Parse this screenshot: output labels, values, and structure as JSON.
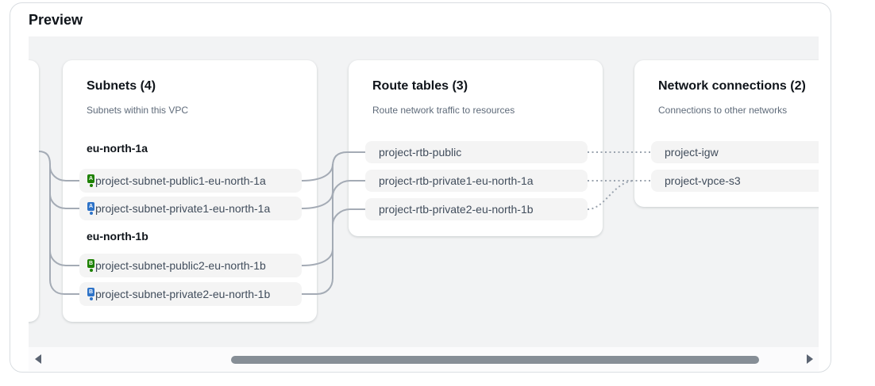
{
  "preview": {
    "title": "Preview",
    "columns": {
      "subnets": {
        "title": "Subnets (4)",
        "subtitle": "Subnets within this VPC",
        "groups": [
          {
            "label": "eu-north-1a",
            "items": [
              {
                "label": "project-subnet-public1-eu-north-1a",
                "badge": "A",
                "kind": "public"
              },
              {
                "label": "project-subnet-private1-eu-north-1a",
                "badge": "A",
                "kind": "private"
              }
            ]
          },
          {
            "label": "eu-north-1b",
            "items": [
              {
                "label": "project-subnet-public2-eu-north-1b",
                "badge": "B",
                "kind": "public"
              },
              {
                "label": "project-subnet-private2-eu-north-1b",
                "badge": "B",
                "kind": "private"
              }
            ]
          }
        ]
      },
      "route_tables": {
        "title": "Route tables (3)",
        "subtitle": "Route network traffic to resources",
        "items": [
          {
            "label": "project-rtb-public"
          },
          {
            "label": "project-rtb-private1-eu-north-1a"
          },
          {
            "label": "project-rtb-private2-eu-north-1b"
          }
        ]
      },
      "network_connections": {
        "title": "Network connections (2)",
        "subtitle": "Connections to other networks",
        "items": [
          {
            "label": "project-igw"
          },
          {
            "label": "project-vpce-s3"
          }
        ]
      }
    },
    "colors": {
      "public_subnet_badge": "#1d8102",
      "private_subnet_badge": "#2e73c8",
      "connector_line": "#a4abb5",
      "dotted_line": "#9aa3ae",
      "canvas_background": "#f2f3f4",
      "item_background": "#f4f4f4"
    }
  }
}
